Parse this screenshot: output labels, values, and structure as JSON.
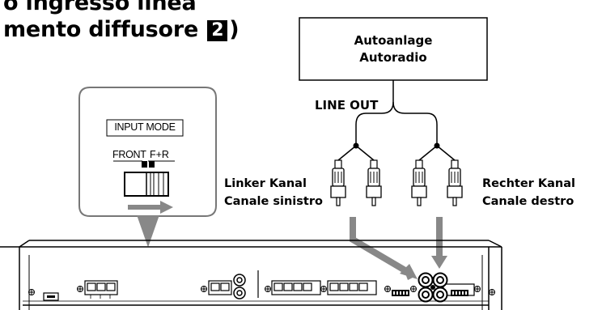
{
  "heading": {
    "line1": "o ingresso linea",
    "line2_prefix": "mento diffusore",
    "line2_number": "2",
    "line2_suffix": ")"
  },
  "head_unit": {
    "line1": "Autoanlage",
    "line2": "Autoradio"
  },
  "line_out": "LINE OUT",
  "left_channel": {
    "line1": "Linker Kanal",
    "line2": "Canale sinistro"
  },
  "right_channel": {
    "line1": "Rechter Kanal",
    "line2": "Canale destro"
  },
  "input_mode": {
    "title": "INPUT MODE",
    "front": "FRONT",
    "fr": "F+R"
  }
}
